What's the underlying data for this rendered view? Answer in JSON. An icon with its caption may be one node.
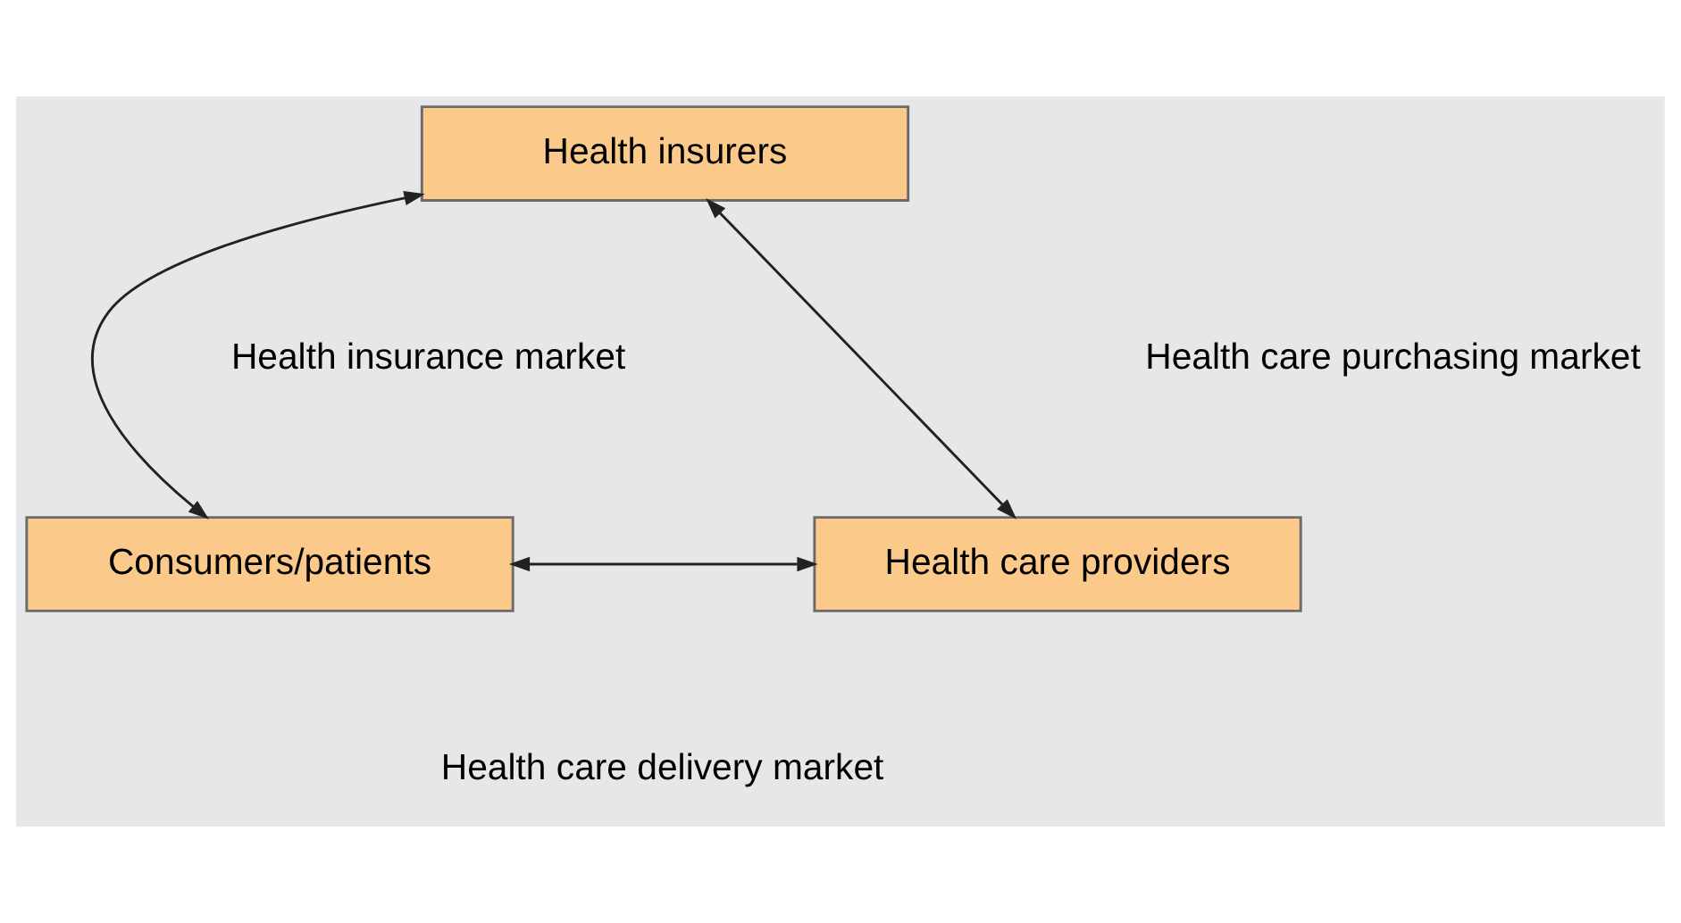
{
  "diagram": {
    "nodes": [
      {
        "text": [
          "Health insurers"
        ]
      },
      {
        "text": [
          "Consumers/patients"
        ]
      },
      {
        "text": [
          "Health care providers"
        ]
      }
    ],
    "edges": [
      {
        "from": 0,
        "to": 1,
        "arrow": "both"
      },
      {
        "from": 0,
        "to": 2,
        "arrow": "both"
      },
      {
        "from": 1,
        "to": 2,
        "arrow": "both"
      }
    ],
    "labels": [
      "Health insurance market",
      "Health care purchasing market",
      "Health care delivery market"
    ]
  }
}
